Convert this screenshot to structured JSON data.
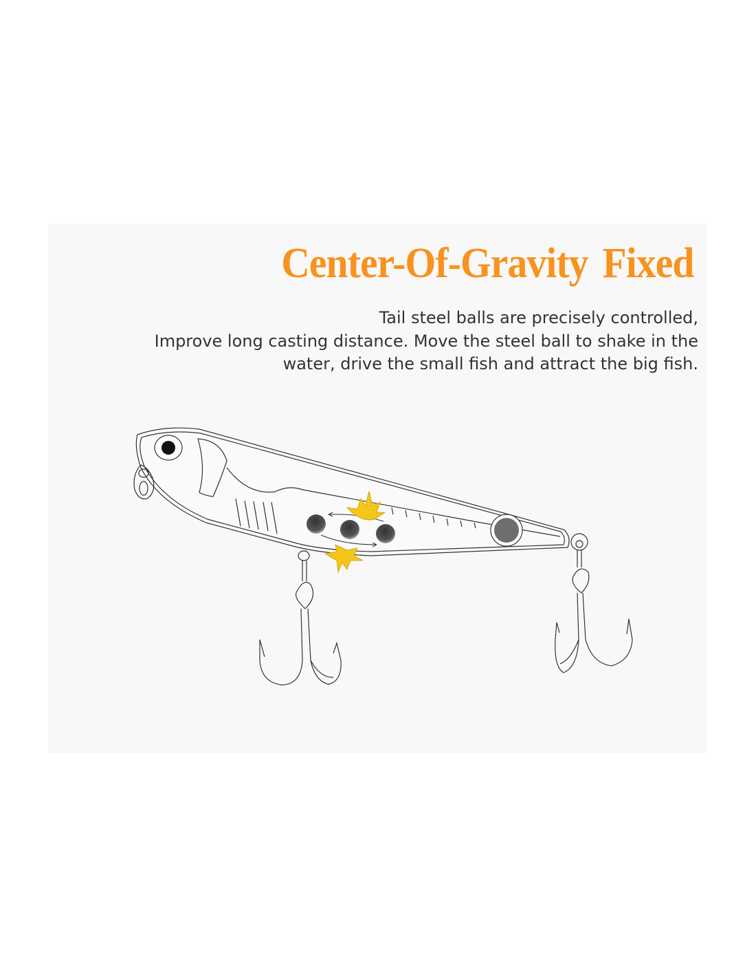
{
  "title": "Center-Of-Gravity Fixed",
  "description": {
    "lines": [
      "Tail steel balls are precisely controlled,",
      "Improve long casting distance. Move the steel ball to shake in the",
      "water, drive the small fish and attract the big fish."
    ]
  },
  "colors": {
    "title": "#f7931e",
    "text": "#333333",
    "panel": "#f8f8f8",
    "burst": "#f5c518",
    "ball": "#555555"
  }
}
